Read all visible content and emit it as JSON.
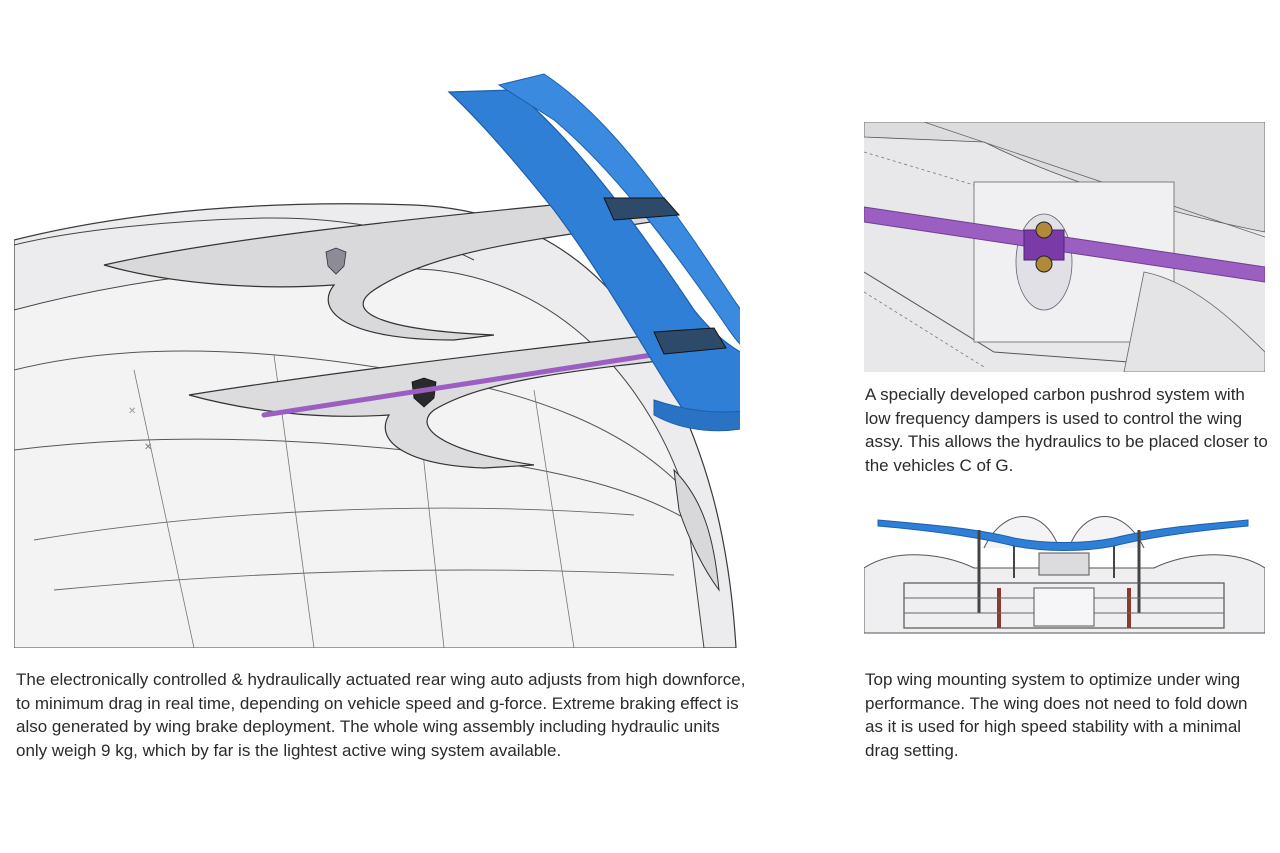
{
  "captions": {
    "main_wing": "The electronically controlled & hydraulically actuated rear wing auto adjusts from high downforce, to minimum drag in real time, depending on vehicle  speed and g-force. Extreme braking effect is also generated by wing brake deployment. The whole wing assembly including hydraulic units only weigh 9 kg, which by far is the lightest active wing system available.",
    "pushrod": "A specially developed carbon pushrod system with low frequency dampers  is used to control the wing assy. This allows the hydraulics to be placed closer to the vehicles C of G.",
    "mounting": "Top wing mounting system to optimize under wing performance. The wing does not need to fold down as it is used for high speed stability with a minimal drag setting."
  },
  "colors": {
    "wing_blue": "#2f7fd6",
    "wing_blue_dark": "#1d5fae",
    "pushrod_purple": "#9a5fc0",
    "body_grey": "#e9e9eb",
    "line_dark": "#3a3a3a",
    "damper_brass": "#b08a3a",
    "strut_red": "#8b3a2f"
  },
  "figures": {
    "main": "rear-wing-cad-render",
    "pushrod": "pushrod-damper-closeup",
    "mounting": "rear-wing-mounting-view"
  }
}
